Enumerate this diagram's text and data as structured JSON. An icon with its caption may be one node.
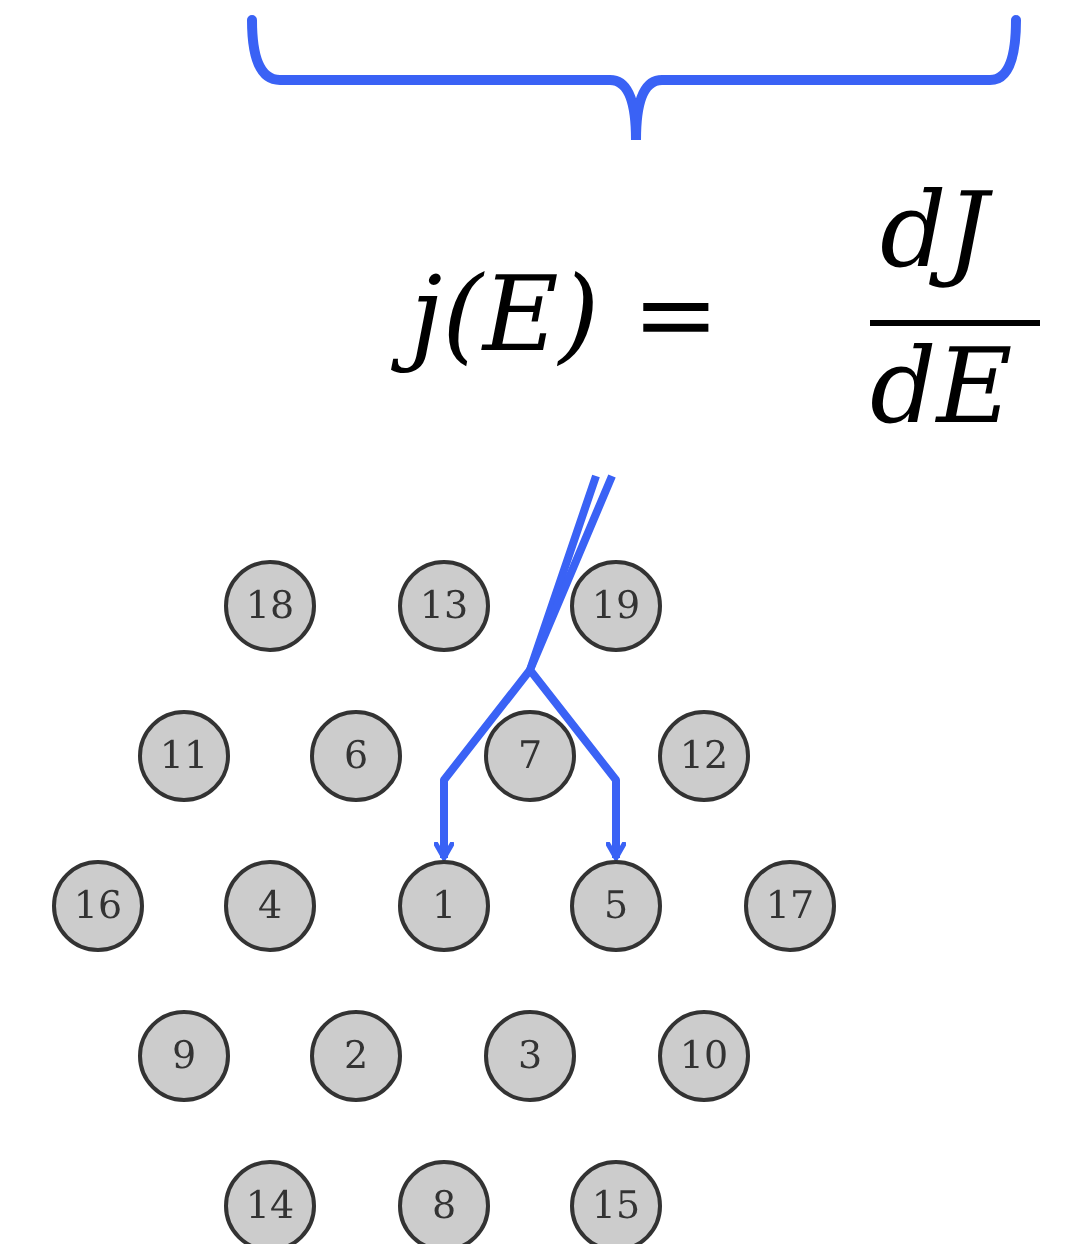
{
  "diagram": {
    "nodes": [
      {
        "text": [
          "j(E) =",
          "dJ",
          "dE"
        ]
      },
      {
        "text": [
          "18"
        ]
      },
      {
        "text": [
          "13"
        ]
      },
      {
        "text": [
          "19"
        ]
      },
      {
        "text": [
          "11"
        ]
      },
      {
        "text": [
          "6"
        ]
      },
      {
        "text": [
          "7"
        ]
      },
      {
        "text": [
          "12"
        ]
      },
      {
        "text": [
          "16"
        ]
      },
      {
        "text": [
          "4"
        ]
      },
      {
        "text": [
          "1"
        ]
      },
      {
        "text": [
          "5"
        ]
      },
      {
        "text": [
          "17"
        ]
      },
      {
        "text": [
          "9"
        ]
      },
      {
        "text": [
          "2"
        ]
      },
      {
        "text": [
          "3"
        ]
      },
      {
        "text": [
          "10"
        ]
      },
      {
        "text": [
          "14"
        ]
      },
      {
        "text": [
          "8"
        ]
      },
      {
        "text": [
          "15"
        ]
      }
    ],
    "edges": [
      {
        "from": 0,
        "to": 10,
        "arrow": "to"
      },
      {
        "from": 0,
        "to": 11,
        "arrow": "to"
      }
    ]
  }
}
